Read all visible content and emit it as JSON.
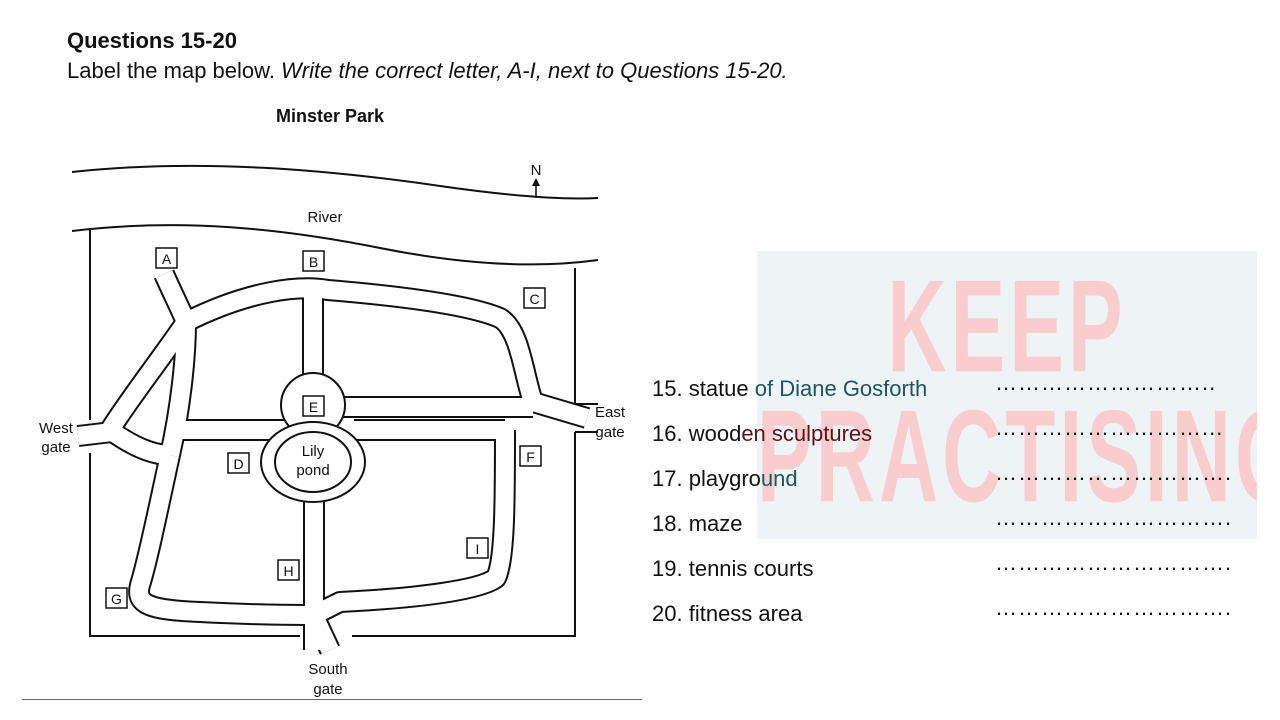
{
  "header": {
    "title": "Questions 15-20",
    "instruction_plain": "Label the map below. ",
    "instruction_italic": "Write the correct letter, A-I, next to Questions 15-20."
  },
  "map": {
    "title": "Minster Park",
    "river_label": "River",
    "north_label": "N",
    "west_gate": [
      "West",
      "gate"
    ],
    "east_gate": [
      "East",
      "gate"
    ],
    "south_gate": [
      "South",
      "gate"
    ],
    "pond_label": [
      "Lily",
      "pond"
    ],
    "letters": [
      "A",
      "B",
      "C",
      "D",
      "E",
      "F",
      "G",
      "H",
      "I"
    ]
  },
  "watermark": {
    "line1": "KEEP",
    "line2": "PRACTISING"
  },
  "questions": [
    {
      "number": "15.",
      "pre": "statue ",
      "teal": "of Diane Gosforth",
      "maroon": "",
      "post": "",
      "dots": "……………………….."
    },
    {
      "number": "16.",
      "pre": "wood",
      "teal": "",
      "maroon": "en sculptures",
      "post": "",
      "dots": "………………………..."
    },
    {
      "number": "17.",
      "pre": "playgro",
      "teal": "und",
      "maroon": "",
      "post": "",
      "dots": "…………………………."
    },
    {
      "number": "18.",
      "pre": "maze",
      "teal": "",
      "maroon": "",
      "post": "",
      "dots": "…………………………."
    },
    {
      "number": "19.",
      "pre": "tennis courts",
      "teal": "",
      "maroon": "",
      "post": "",
      "dots": "…………………………."
    },
    {
      "number": "20.",
      "pre": "fitness area",
      "teal": "",
      "maroon": "",
      "post": "",
      "dots": "…………………………."
    }
  ]
}
